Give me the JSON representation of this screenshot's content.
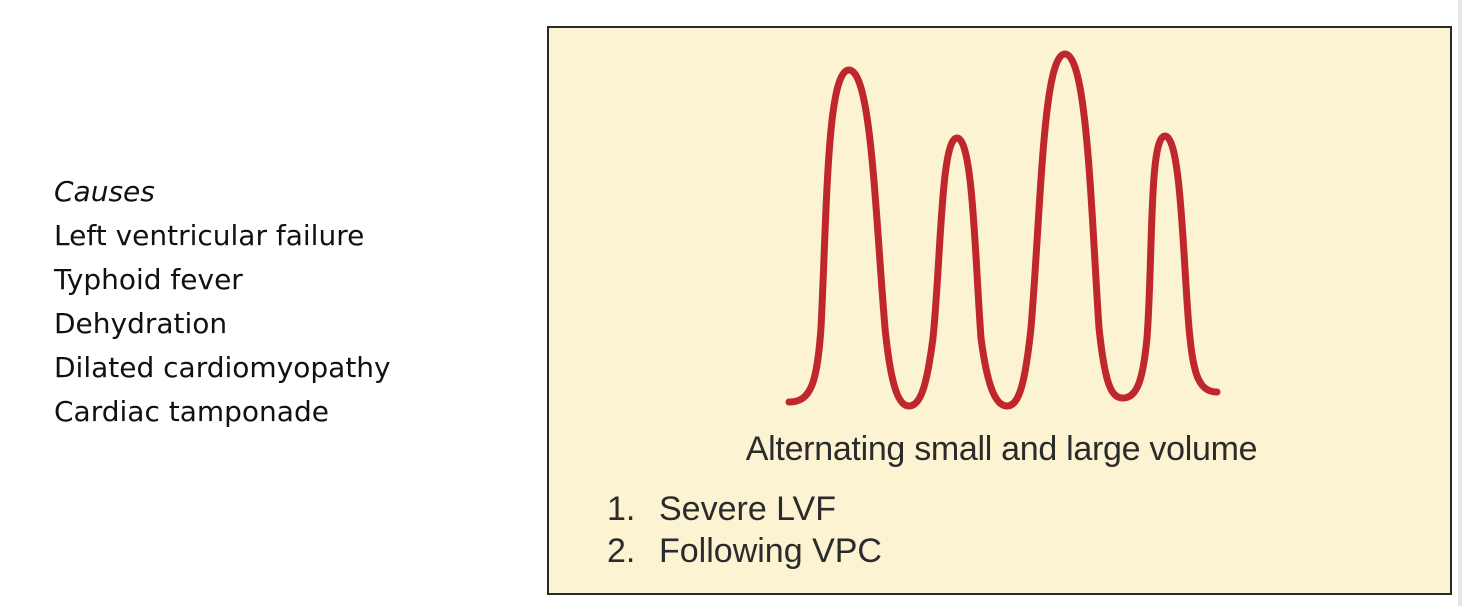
{
  "causes": {
    "heading": "Causes",
    "items": [
      "Left ventricular failure",
      "Typhoid fever",
      "Dehydration",
      "Dilated cardiomyopathy",
      "Cardiac tamponade"
    ]
  },
  "figure": {
    "caption": "Alternating small and large volume",
    "points": [
      {
        "num": "1.",
        "text": "Severe LVF"
      },
      {
        "num": "2.",
        "text": "Following VPC"
      }
    ],
    "colors": {
      "background": "#fbf3d2",
      "waveform": "#c0272d",
      "border": "#2a2a2a"
    }
  }
}
